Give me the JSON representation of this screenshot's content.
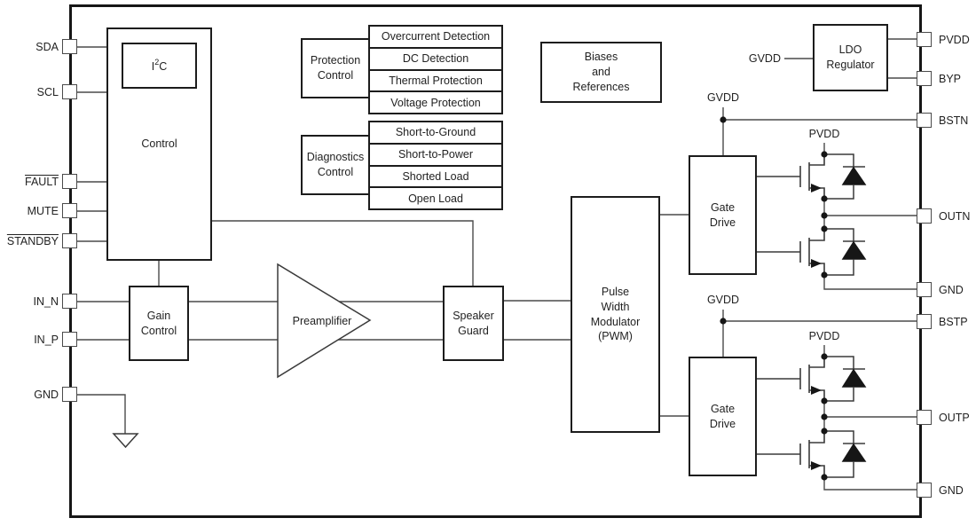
{
  "pins": {
    "left": [
      {
        "label": "SDA"
      },
      {
        "label": "SCL"
      },
      {
        "label": "FAULT"
      },
      {
        "label": "MUTE"
      },
      {
        "label": "STANDBY"
      },
      {
        "label": "IN_N"
      },
      {
        "label": "IN_P"
      },
      {
        "label": "GND"
      }
    ],
    "right": [
      "PVDD",
      "BYP",
      "BSTN",
      "OUTN",
      "GND",
      "BSTP",
      "OUTP",
      "GND"
    ]
  },
  "blocks": {
    "control": "Control",
    "i2c": {
      "base1": "I",
      "sup": "2",
      "base2": "C"
    },
    "protection_control": "Protection\nControl",
    "protection_items": [
      "Overcurrent Detection",
      "DC Detection",
      "Thermal Protection",
      "Voltage Protection"
    ],
    "diagnostics_control": "Diagnostics\nControl",
    "diagnostics_items": [
      "Short-to-Ground",
      "Short-to-Power",
      "Shorted Load",
      "Open Load"
    ],
    "biases": "Biases\nand\nReferences",
    "ldo": "LDO\nRegulator",
    "gain_control": "Gain\nControl",
    "preamplifier": "Preamplifier",
    "speaker_guard": "Speaker\nGuard",
    "pwm": "Pulse\nWidth\nModulator\n(PWM)",
    "gate_drive": "Gate\nDrive"
  },
  "nets": {
    "gvdd": "GVDD",
    "pvdd": "PVDD"
  },
  "colors": {
    "wire": "#4a4a4a",
    "block_border": "#1c1c1c",
    "text": "#222222",
    "background": "#ffffff"
  }
}
